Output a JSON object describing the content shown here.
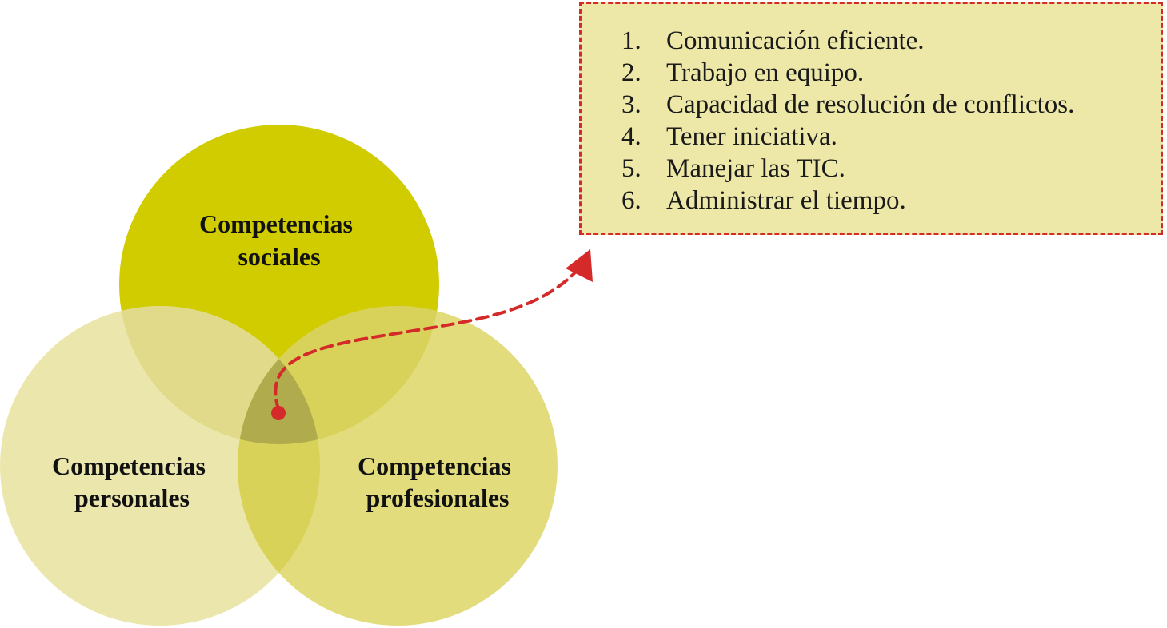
{
  "colors": {
    "circle_top": "#d0cc00",
    "circle_left": "#ebe6ac",
    "circle_right": "#e2dc7c",
    "overlap_center": "#b0ab4c",
    "arrow": "#d42a2a",
    "box_background": "#ede8a8",
    "box_border": "#d42a2a"
  },
  "circles": {
    "top": {
      "line1": "Competencias",
      "line2": "sociales"
    },
    "left": {
      "line1": "Competencias",
      "line2": "personales"
    },
    "right": {
      "line1": "Competencias",
      "line2": "profesionales"
    }
  },
  "list": {
    "items": [
      {
        "number": "1.",
        "text": "Comunicación eficiente."
      },
      {
        "number": "2.",
        "text": "Trabajo en equipo."
      },
      {
        "number": "3.",
        "text": "Capacidad de resolución de conflictos."
      },
      {
        "number": "4.",
        "text": "Tener iniciativa."
      },
      {
        "number": "5.",
        "text": "Manejar las TIC."
      },
      {
        "number": "6.",
        "text": "Administrar el tiempo."
      }
    ]
  }
}
